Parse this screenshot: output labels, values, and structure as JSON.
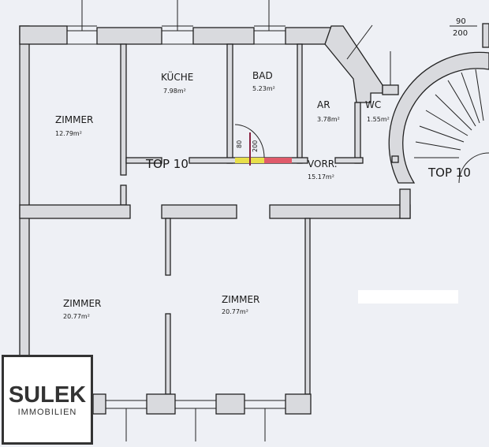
{
  "plan": {
    "unit_label": "TOP 10",
    "stair_label": "TOP 10",
    "door_dimension": {
      "width": "90",
      "height": "200"
    },
    "bad_door": {
      "width": "80",
      "height": "200"
    },
    "rooms": [
      {
        "name": "ZIMMER",
        "area": "12.79m²"
      },
      {
        "name": "KÜCHE",
        "area": "7.98m²"
      },
      {
        "name": "BAD",
        "area": "5.23m²"
      },
      {
        "name": "AR",
        "area": "3.78m²"
      },
      {
        "name": "WC",
        "area": "1.55m²"
      },
      {
        "name": "VORR.",
        "area": "15.17m²"
      },
      {
        "name": "ZIMMER",
        "area": "20.77m²"
      },
      {
        "name": "ZIMMER",
        "area": "20.77m²"
      }
    ],
    "colors": {
      "highlight_yellow": "#e8df4a",
      "highlight_red": "#e05a6a",
      "door_line": "#8a2040"
    }
  },
  "logo": {
    "brand": "SULEK",
    "subtitle": "IMMOBILIEN"
  }
}
